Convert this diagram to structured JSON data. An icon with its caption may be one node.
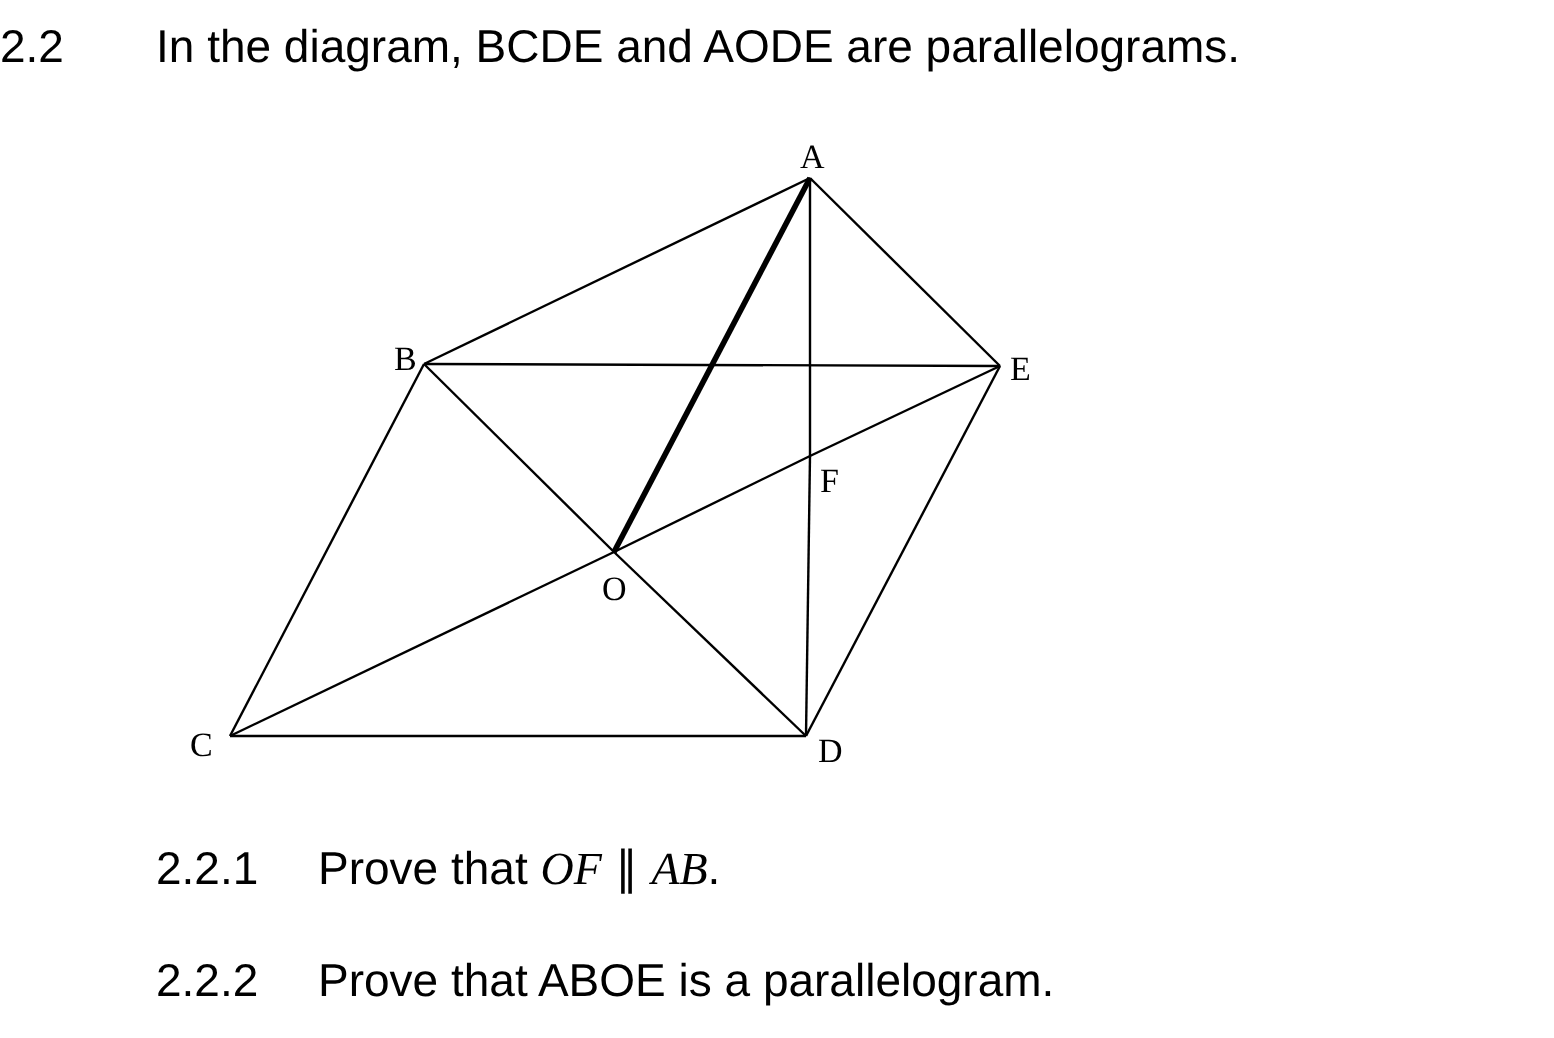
{
  "diagram": {
    "nodes": [
      {
        "text": [
          "A"
        ]
      },
      {
        "text": [
          "B"
        ]
      },
      {
        "text": [
          "E"
        ]
      },
      {
        "text": [
          "F"
        ]
      },
      {
        "text": [
          "O"
        ]
      },
      {
        "text": [
          "C"
        ]
      },
      {
        "text": [
          "D"
        ]
      }
    ],
    "edges": [
      {
        "from": 0,
        "to": 1,
        "arrow": "none"
      },
      {
        "from": 1,
        "to": 5,
        "arrow": "none"
      },
      {
        "from": 5,
        "to": 6,
        "arrow": "none"
      },
      {
        "from": 6,
        "to": 2,
        "arrow": "none"
      },
      {
        "from": 2,
        "to": 0,
        "arrow": "none"
      },
      {
        "from": 1,
        "to": 2,
        "arrow": "none"
      },
      {
        "from": 1,
        "to": 4,
        "arrow": "none"
      },
      {
        "from": 4,
        "to": 6,
        "arrow": "none"
      },
      {
        "from": 5,
        "to": 4,
        "arrow": "none"
      },
      {
        "from": 4,
        "to": 3,
        "arrow": "none"
      },
      {
        "from": 3,
        "to": 2,
        "arrow": "none"
      },
      {
        "from": 0,
        "to": 4,
        "arrow": "none",
        "style": "thick"
      },
      {
        "from": 0,
        "to": 3,
        "arrow": "none"
      },
      {
        "from": 3,
        "to": 6,
        "arrow": "none"
      }
    ],
    "labels": [
      "2.2",
      "In the diagram, BCDE and AODE are parallelograms.",
      "2.2.1",
      "Prove that *OF* ∥ *AB*.",
      "2.2.2",
      "Prove that ABOE is a parallelogram."
    ]
  }
}
